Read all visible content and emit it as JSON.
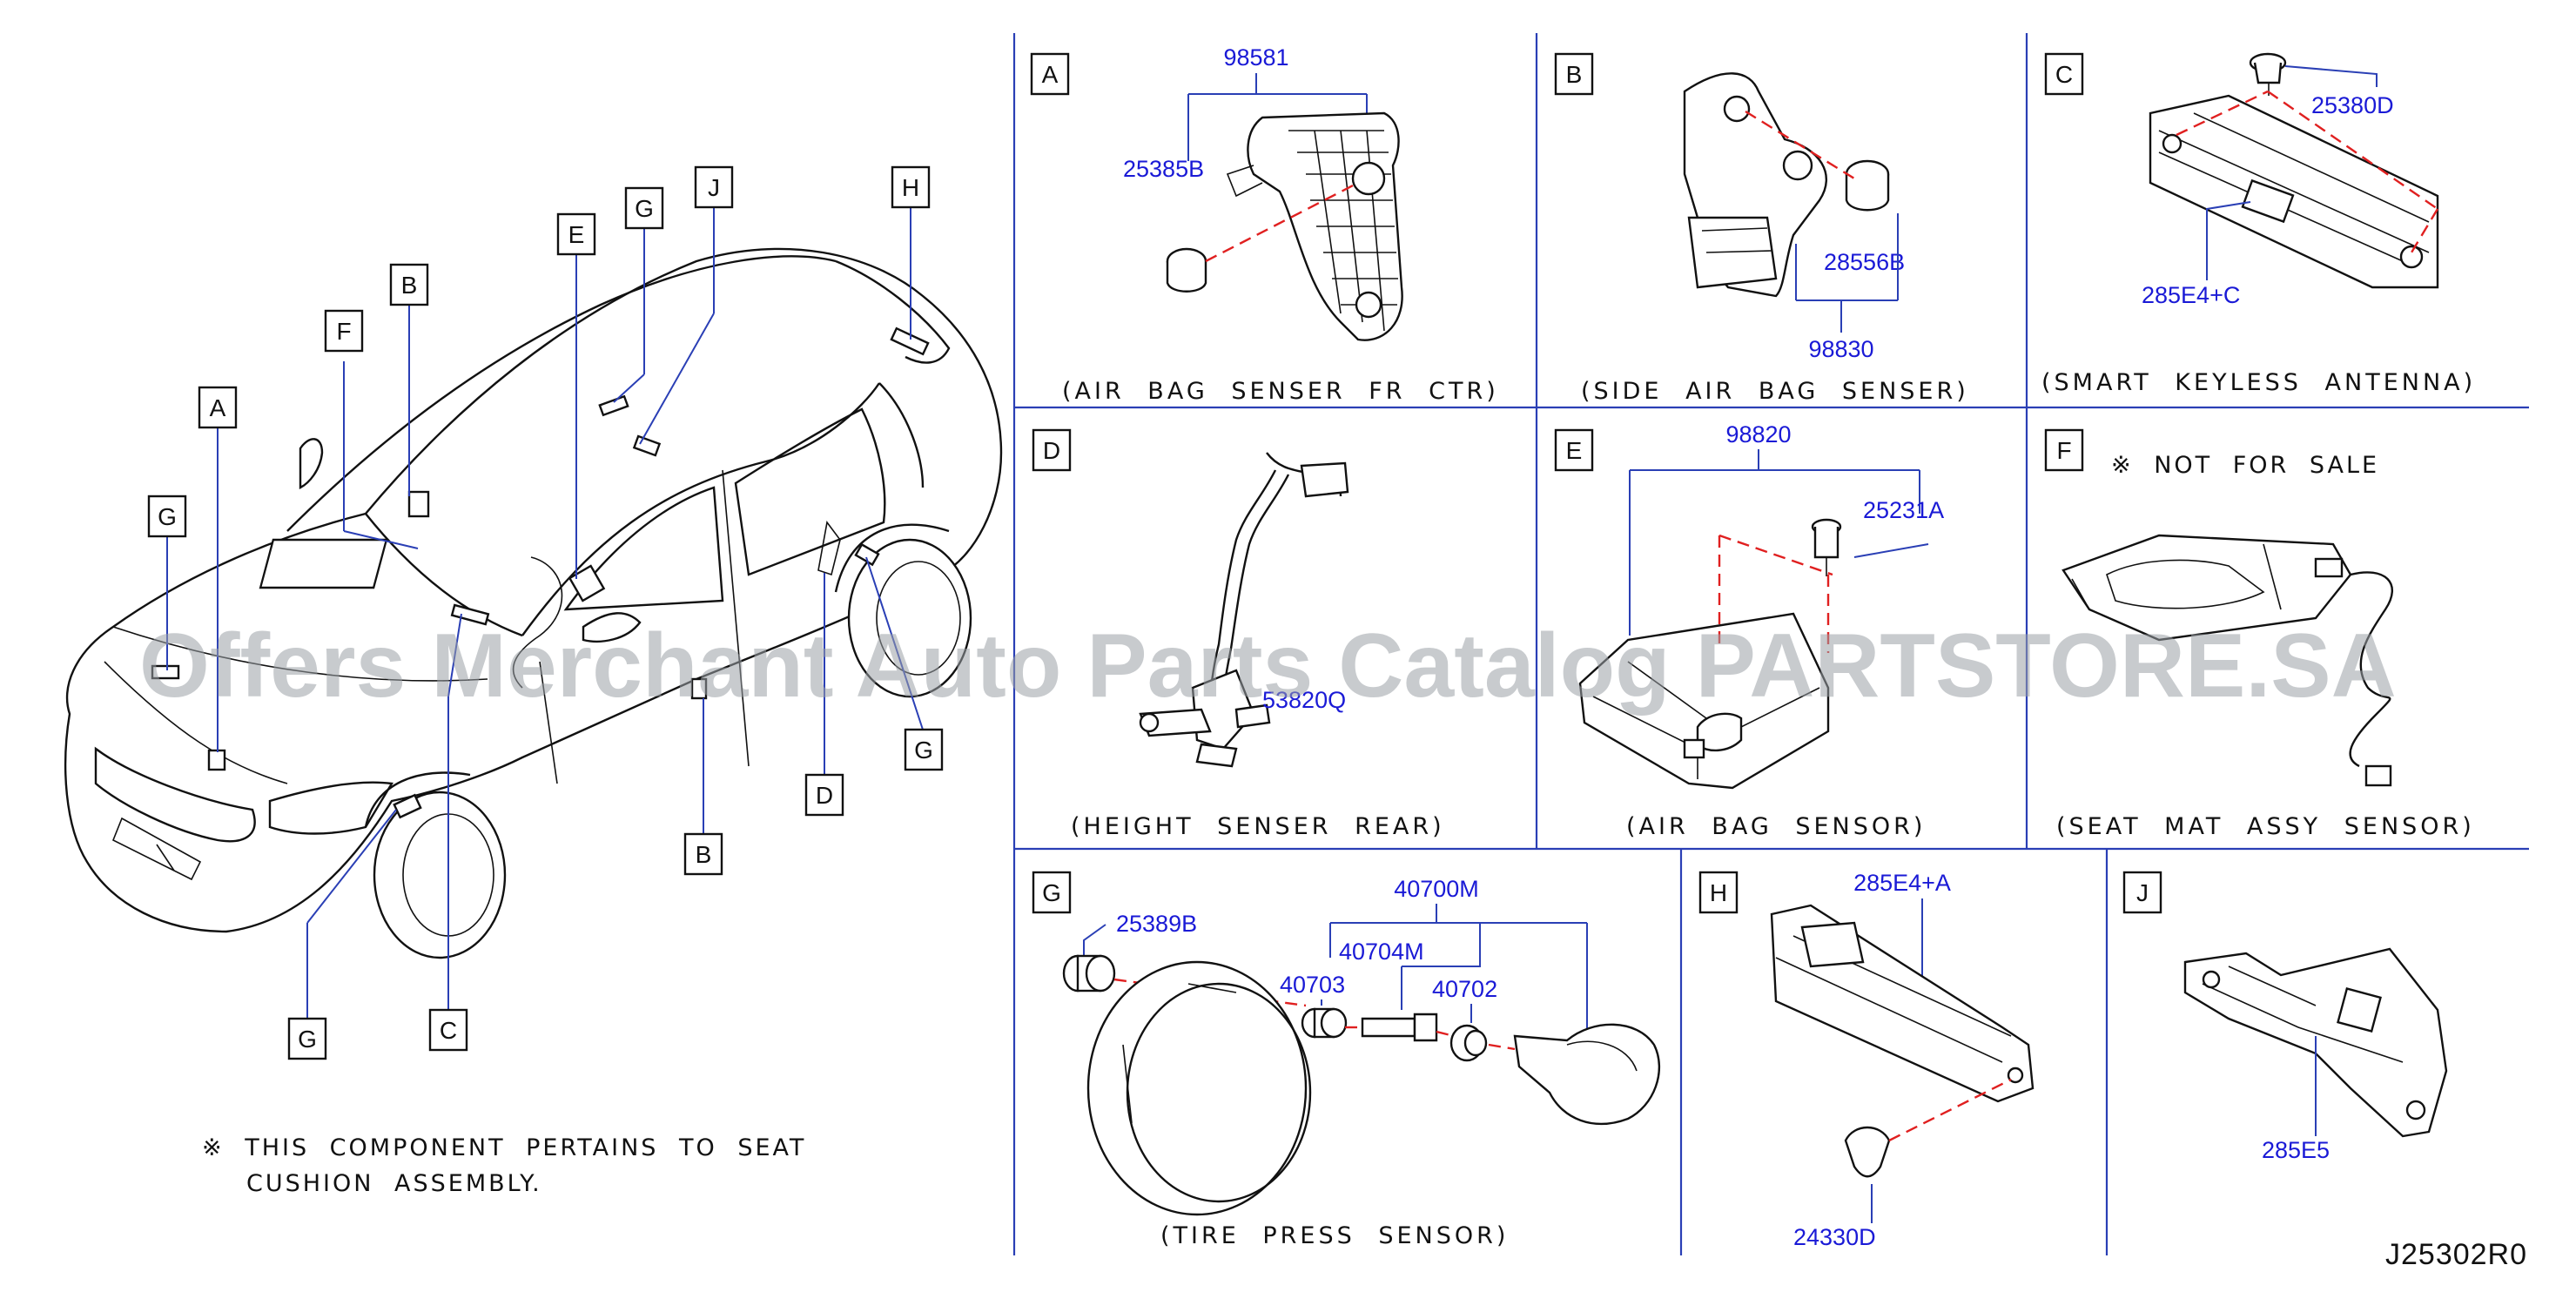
{
  "panels": {
    "A": {
      "letter": "A",
      "caption": "(AIR  BAG  SENSER  FR  CTR)",
      "parts": [
        "98581",
        "25385B"
      ]
    },
    "B": {
      "letter": "B",
      "caption": "(SIDE  AIR  BAG  SENSER)",
      "parts": [
        "28556B",
        "98830"
      ]
    },
    "C": {
      "letter": "C",
      "caption": "(SMART  KEYLESS  ANTENNA)",
      "parts": [
        "25380D",
        "285E4+C"
      ]
    },
    "D": {
      "letter": "D",
      "caption": "(HEIGHT  SENSER  REAR)",
      "parts": [
        "53820Q"
      ]
    },
    "E": {
      "letter": "E",
      "caption": "(AIR  BAG  SENSOR)",
      "parts": [
        "98820",
        "25231A"
      ]
    },
    "F": {
      "letter": "F",
      "caption": "(SEAT  MAT  ASSY  SENSOR)",
      "note": "※ NOT  FOR  SALE"
    },
    "G": {
      "letter": "G",
      "caption": "(TIRE  PRESS  SENSOR)",
      "parts": [
        "25389B",
        "40700M",
        "40704M",
        "40703",
        "40702"
      ]
    },
    "H": {
      "letter": "H",
      "parts": [
        "285E4+A",
        "24330D"
      ]
    },
    "J": {
      "letter": "J",
      "parts": [
        "285E5"
      ]
    }
  },
  "car_labels": [
    "A",
    "B",
    "B",
    "C",
    "D",
    "E",
    "F",
    "G",
    "G",
    "G",
    "G",
    "H",
    "J"
  ],
  "footnote": {
    "line1": "※ THIS  COMPONENT  PERTAINS  TO  SEAT",
    "line2": "CUSHION  ASSEMBLY."
  },
  "watermark": "Offers Merchant Auto Parts Catalog PARTSTORE.SA",
  "diagram_ref": "J25302R0",
  "colors": {
    "part_number": "#1a1ad6",
    "grid": "#2a3fb5",
    "leader_dashed": "#e02020",
    "line": "#111111"
  }
}
